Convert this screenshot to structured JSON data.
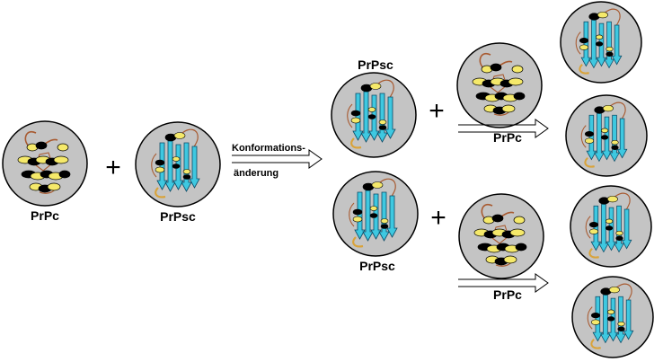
{
  "labels": {
    "prpc": "PrPc",
    "prpsc": "PrPsc",
    "plus": "+",
    "conversion_line1": "Konformations-",
    "conversion_line2": "änderung"
  },
  "colors": {
    "circle_fill": "#c4c4c4",
    "circle_stroke": "#000000",
    "helix_yellow": "#f5e96a",
    "helix_black": "#000000",
    "sheet_cyan": "#3ec8e0",
    "loop_brown": "#a85a30"
  },
  "molecules": [
    {
      "id": "prpc-1",
      "kind": "prpc",
      "caption": "PrPc"
    },
    {
      "id": "prpsc-1",
      "kind": "prpsc",
      "caption": "PrPsc"
    },
    {
      "id": "prpsc-2",
      "kind": "prpsc",
      "caption": "PrPsc"
    },
    {
      "id": "prpsc-3",
      "kind": "prpsc",
      "caption": "PrPsc"
    },
    {
      "id": "prpc-2",
      "kind": "prpc",
      "caption": ""
    },
    {
      "id": "prpc-3",
      "kind": "prpc",
      "caption": ""
    },
    {
      "id": "prpsc-4",
      "kind": "prpsc",
      "caption": ""
    },
    {
      "id": "prpsc-5",
      "kind": "prpsc",
      "caption": ""
    },
    {
      "id": "prpsc-6",
      "kind": "prpsc",
      "caption": ""
    },
    {
      "id": "prpsc-7",
      "kind": "prpsc",
      "caption": ""
    }
  ],
  "arrows": [
    {
      "id": "arrow-conversion",
      "caption_lines": [
        "Konformations-",
        "änderung"
      ]
    },
    {
      "id": "arrow-top",
      "caption_lines": [
        "PrPc"
      ]
    },
    {
      "id": "arrow-bottom",
      "caption_lines": [
        "PrPc"
      ]
    }
  ]
}
